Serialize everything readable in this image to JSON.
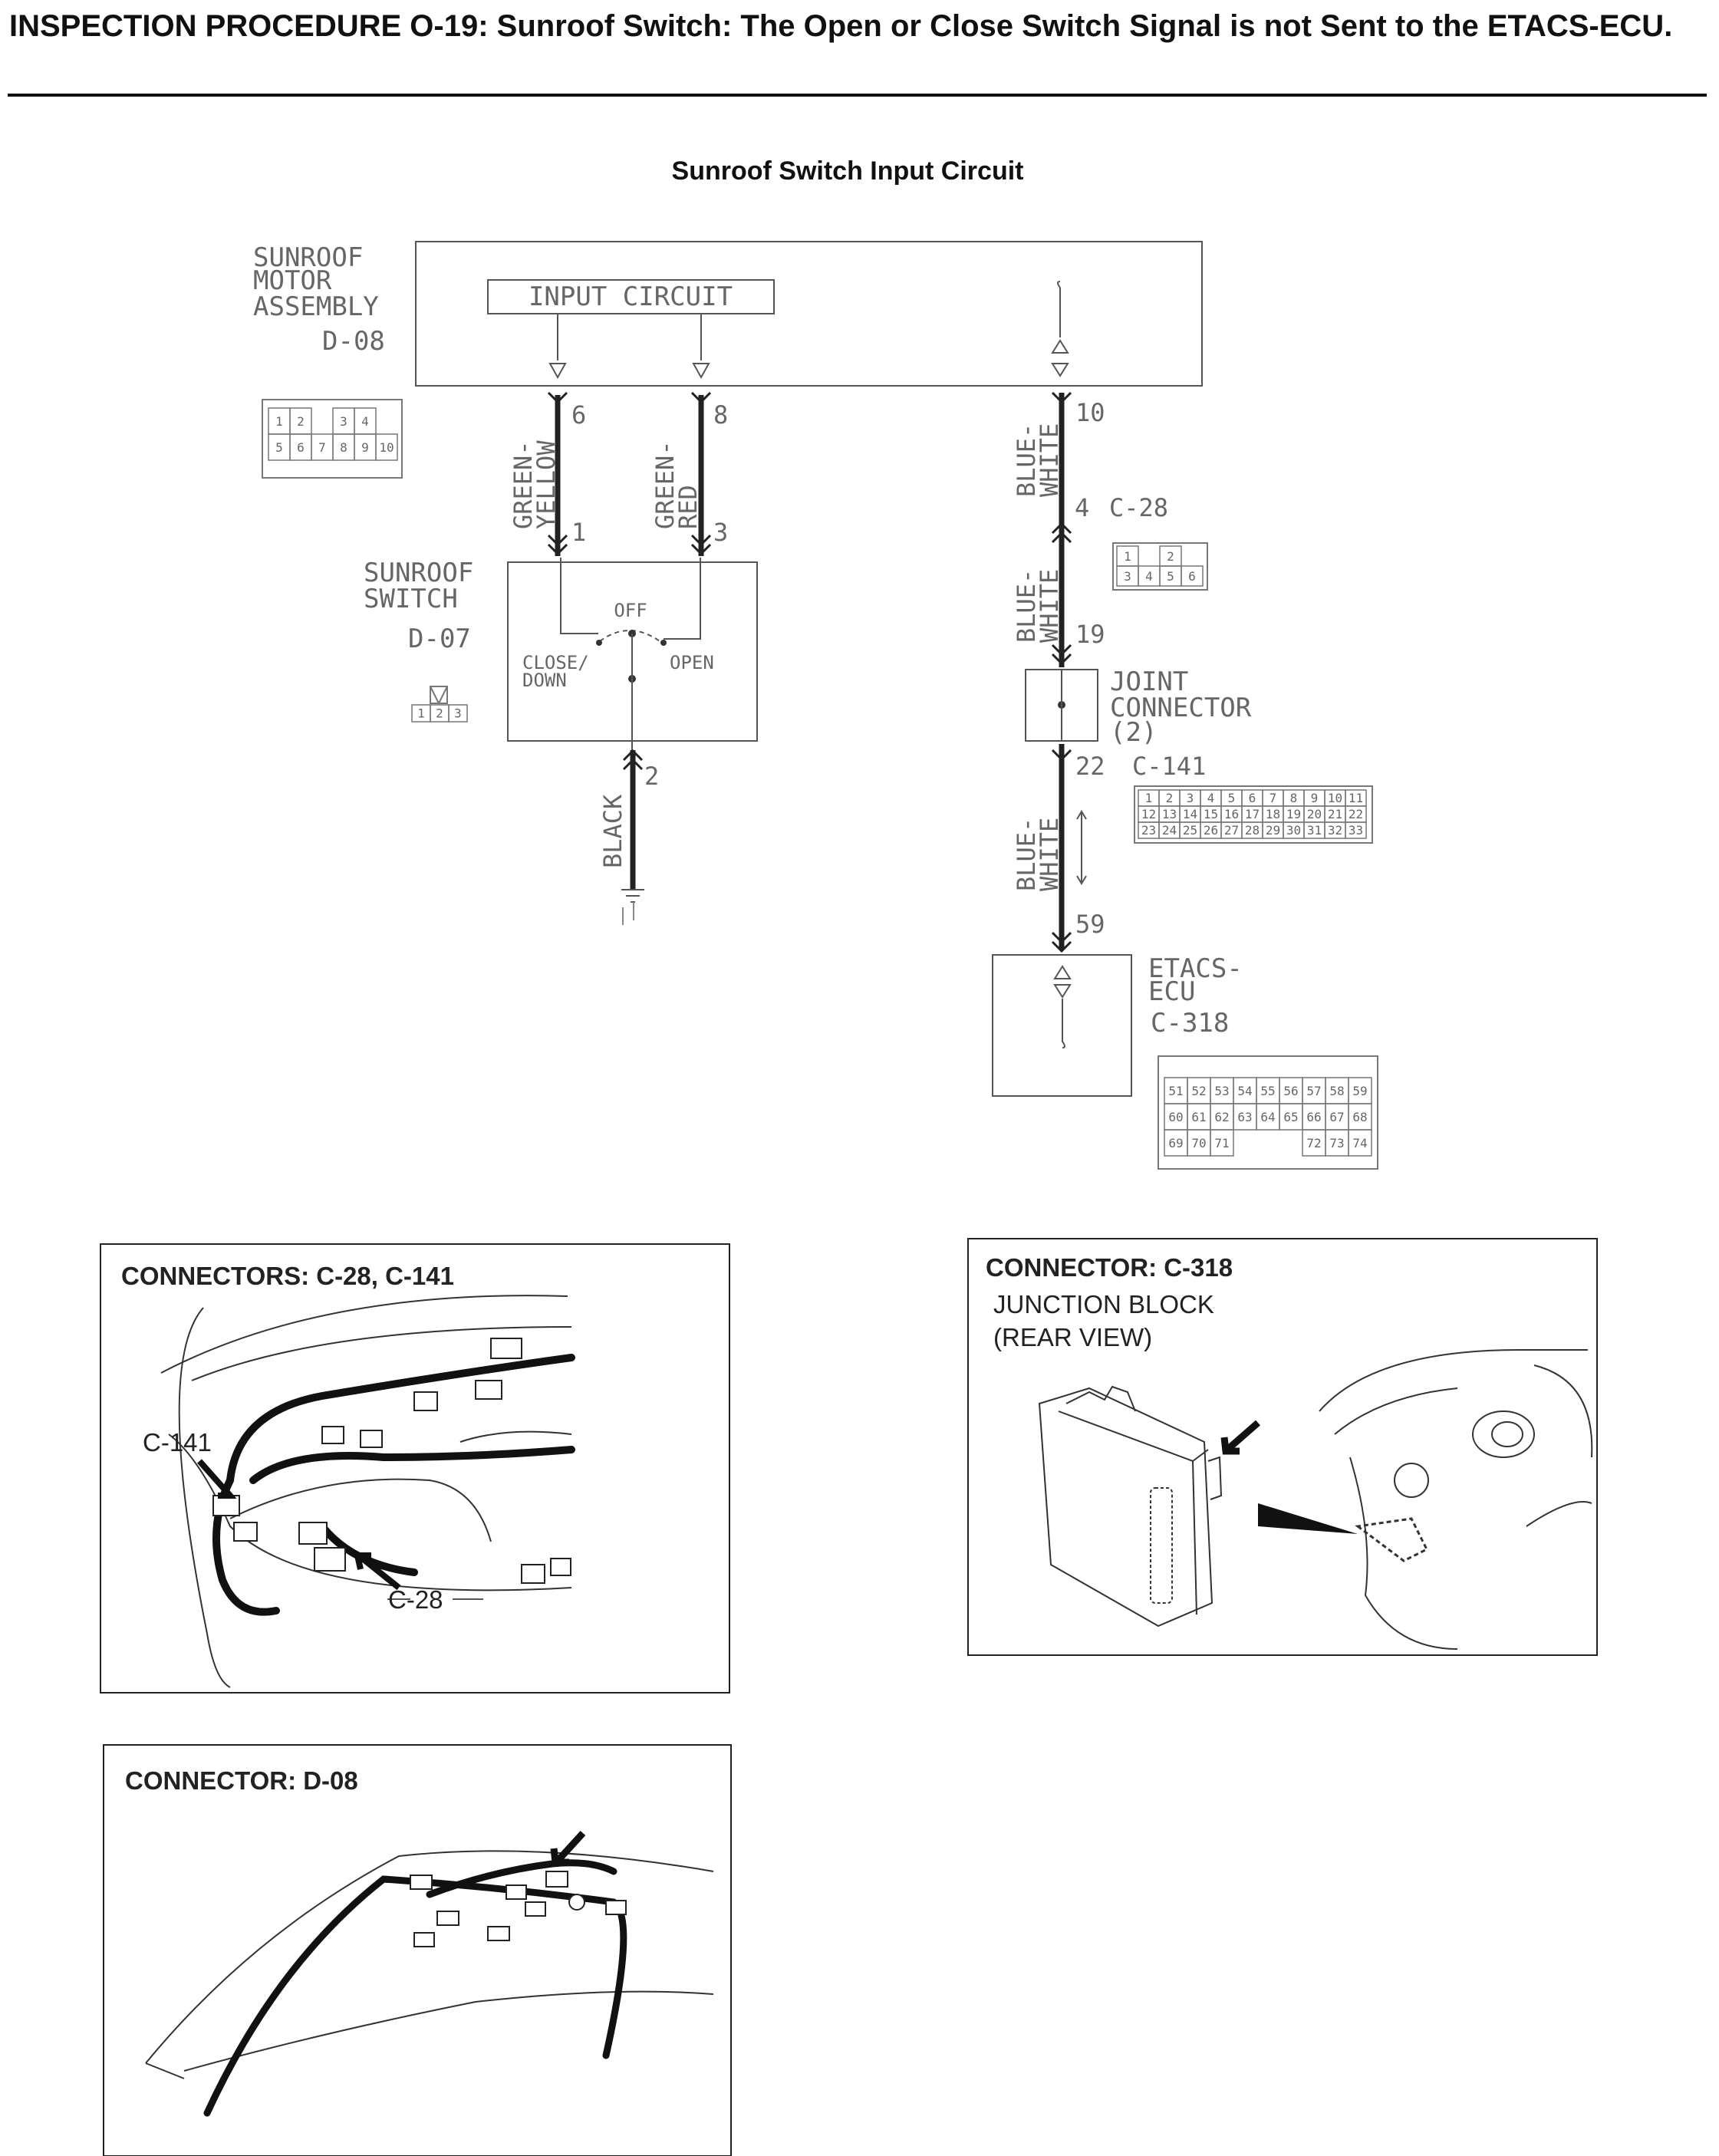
{
  "heading": "INSPECTION PROCEDURE O-19: Sunroof Switch: The Open or Close Switch Signal is not Sent to the ETACS-ECU.",
  "circuit_title": "Sunroof Switch Input Circuit",
  "motor": {
    "name_lines": [
      "SUNROOF",
      "MOTOR",
      "ASSEMBLY"
    ],
    "code": "D-08",
    "input_circuit_label": "INPUT CIRCUIT",
    "connector_pins": [
      [
        "1",
        "2",
        "",
        "3",
        "4"
      ],
      [
        "5",
        "6",
        "7",
        "8",
        "9",
        "10"
      ]
    ]
  },
  "wires": {
    "green_yellow": {
      "color_lines": [
        "GREEN-",
        "YELLOW"
      ],
      "pin_top": "6",
      "pin_bottom": "1"
    },
    "green_red": {
      "color_lines": [
        "GREEN-",
        "RED"
      ],
      "pin_top": "8",
      "pin_bottom": "3"
    },
    "black": {
      "color": "BLACK",
      "pin": "2"
    },
    "blue_white_upper": {
      "color_lines": [
        "BLUE-",
        "WHITE"
      ],
      "pin_top": "10"
    },
    "blue_white_mid": {
      "color_lines": [
        "BLUE-",
        "WHITE"
      ],
      "pin_bottom": "19"
    },
    "blue_white_lower": {
      "color_lines": [
        "BLUE-",
        "WHITE"
      ],
      "pin_top": "22",
      "pin_bottom": "59"
    }
  },
  "switch": {
    "name_lines": [
      "SUNROOF",
      "SWITCH"
    ],
    "code": "D-07",
    "off_label": "OFF",
    "close_lines": [
      "CLOSE/",
      "DOWN"
    ],
    "open_label": "OPEN",
    "connector_pins": [
      "1",
      "2",
      "3"
    ]
  },
  "c28": {
    "pin": "4",
    "code": "C-28",
    "connector_pins": [
      [
        "1",
        "",
        "2"
      ],
      [
        "3",
        "4",
        "5",
        "6"
      ]
    ]
  },
  "joint": {
    "name_lines": [
      "JOINT",
      "CONNECTOR",
      "(2)"
    ]
  },
  "c141": {
    "code": "C-141",
    "rows": [
      [
        "1",
        "2",
        "3",
        "4",
        "5",
        "6",
        "7",
        "8",
        "9",
        "10",
        "11"
      ],
      [
        "12",
        "13",
        "14",
        "15",
        "16",
        "17",
        "18",
        "19",
        "20",
        "21",
        "22"
      ],
      [
        "23",
        "24",
        "25",
        "26",
        "27",
        "28",
        "29",
        "30",
        "31",
        "32",
        "33"
      ]
    ]
  },
  "etacs": {
    "name_lines": [
      "ETACS-",
      "ECU"
    ],
    "code": "C-318",
    "rows": [
      [
        "51",
        "52",
        "53",
        "54",
        "55",
        "56",
        "57",
        "58",
        "59"
      ],
      [
        "60",
        "61",
        "62",
        "63",
        "64",
        "65",
        "66",
        "67",
        "68"
      ],
      [
        "69",
        "70",
        "71",
        "",
        "",
        "",
        "72",
        "73",
        "74"
      ]
    ]
  },
  "panels": {
    "c28_c141": {
      "title": "CONNECTORS: C-28, C-141",
      "label_c141": "C-141",
      "label_c28": "C-28"
    },
    "c318": {
      "title": "CONNECTOR: C-318",
      "caption_lines": [
        "JUNCTION BLOCK",
        "(REAR VIEW)"
      ]
    },
    "d08": {
      "title": "CONNECTOR: D-08"
    }
  }
}
